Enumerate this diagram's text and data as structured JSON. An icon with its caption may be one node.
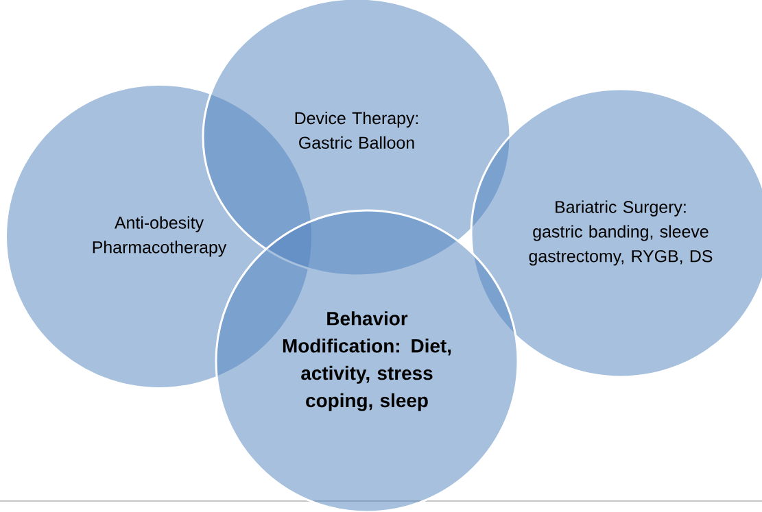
{
  "diagram": {
    "nodes": [
      {
        "text": [
          "Device Therapy: Gastric Balloon"
        ]
      },
      {
        "text": [
          "Anti-obesity Pharmacotherapy"
        ]
      },
      {
        "text": [
          "Bariatric Surgery: gastric banding, sleeve gastrectomy, RYGB, DS"
        ]
      },
      {
        "text": [
          "Behavior Modification: Diet, activity, stress coping, sleep"
        ]
      }
    ]
  }
}
